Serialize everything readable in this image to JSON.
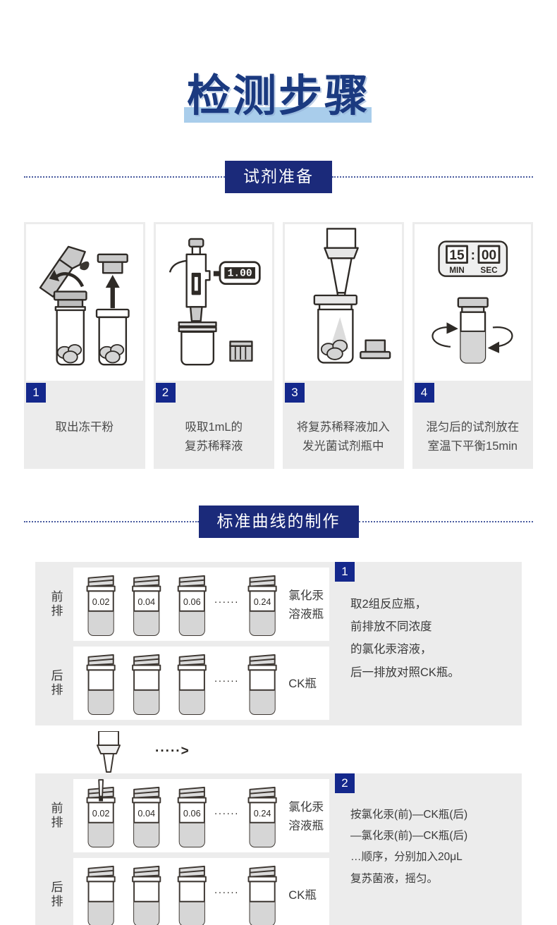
{
  "page": {
    "title": "检测步骤",
    "accent_navy": "#1b2a7a",
    "badge_navy": "#14288c",
    "title_blue": "#1b3a80",
    "underline_blue": "#a9cdeb",
    "panel_grey": "#ececec"
  },
  "sections": [
    {
      "id": "reagent-prep",
      "label": "试剂准备"
    },
    {
      "id": "standard-curve",
      "label": "标准曲线的制作"
    }
  ],
  "steps": [
    {
      "badge": "1",
      "icon": "vial-uncap-icon",
      "caption_lines": [
        "取出冻干粉"
      ]
    },
    {
      "badge": "2",
      "icon": "pipette-volume-icon",
      "display_value": "1.00",
      "caption_lines": [
        "吸取1mL的",
        "复苏稀释液"
      ]
    },
    {
      "badge": "3",
      "icon": "pipette-dispense-icon",
      "caption_lines": [
        "将复苏稀释液加入",
        "发光菌试剂瓶中"
      ]
    },
    {
      "badge": "4",
      "icon": "timer-swirl-icon",
      "timer": {
        "minutes": "15",
        "separator": ":",
        "seconds": "00",
        "min_label": "MIN",
        "sec_label": "SEC"
      },
      "caption_lines": [
        "混匀后的试剂放在",
        "室温下平衡15min"
      ]
    }
  ],
  "curve_panels": [
    {
      "badge": "1",
      "rows": [
        {
          "label_lines": [
            "前",
            "排"
          ],
          "vial_labels": [
            "0.02",
            "0.04",
            "0.06",
            "0.24"
          ],
          "ellipsis": "······",
          "row_title_lines": [
            "氯化汞",
            "溶液瓶"
          ],
          "filled": true
        },
        {
          "label_lines": [
            "后",
            "排"
          ],
          "vial_labels": [
            "",
            "",
            "",
            ""
          ],
          "ellipsis": "······",
          "row_title_lines": [
            "CK瓶"
          ],
          "filled": true
        }
      ],
      "text_lines": [
        "取2组反应瓶，",
        "前排放不同浓度",
        "的氯化汞溶液，",
        "后一排放对照CK瓶。"
      ]
    },
    {
      "badge": "2",
      "has_pipette": true,
      "arrow": "·····>",
      "rows": [
        {
          "label_lines": [
            "前",
            "排"
          ],
          "vial_labels": [
            "0.02",
            "0.04",
            "0.06",
            "0.24"
          ],
          "ellipsis": "······",
          "row_title_lines": [
            "氯化汞",
            "溶液瓶"
          ],
          "filled": true
        },
        {
          "label_lines": [
            "后",
            "排"
          ],
          "vial_labels": [
            "",
            "",
            "",
            ""
          ],
          "ellipsis": "······",
          "row_title_lines": [
            "CK瓶"
          ],
          "filled": true
        }
      ],
      "text_lines": [
        "按氯化汞(前)—CK瓶(后)",
        "—氯化汞(前)—CK瓶(后)",
        "…顺序，分别加入20μL",
        "复苏菌液，摇匀。"
      ]
    }
  ]
}
